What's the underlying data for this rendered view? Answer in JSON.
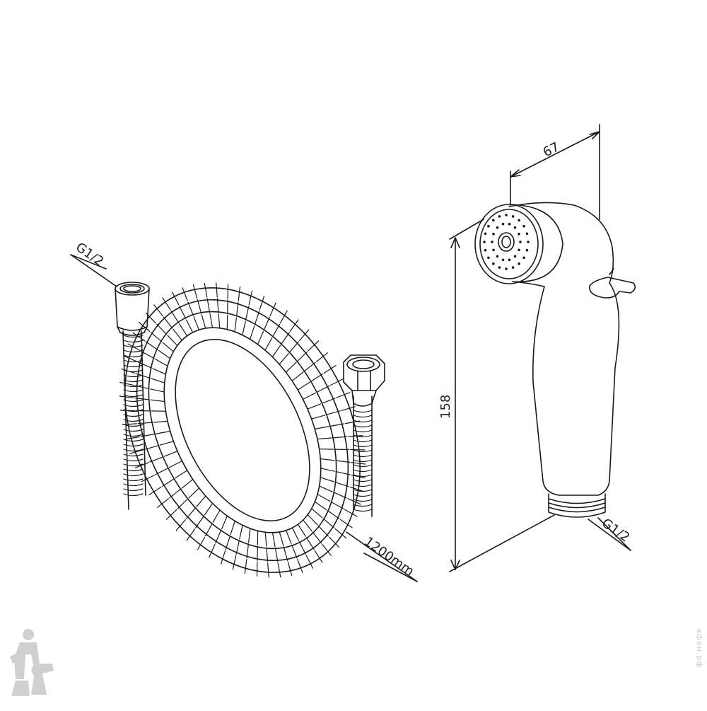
{
  "labels": {
    "hose_thread": "G1/2",
    "hose_length": "1200mm",
    "sprayer_width": "67",
    "sprayer_height": "158",
    "sprayer_thread": "G1/2"
  },
  "watermark": {
    "text": "афон.рф",
    "logo_icon": "plumber-with-toilet-logo-icon"
  },
  "colors": {
    "line": "#1a1a1a",
    "background": "#ffffff",
    "watermark": "#c9c9c9"
  }
}
